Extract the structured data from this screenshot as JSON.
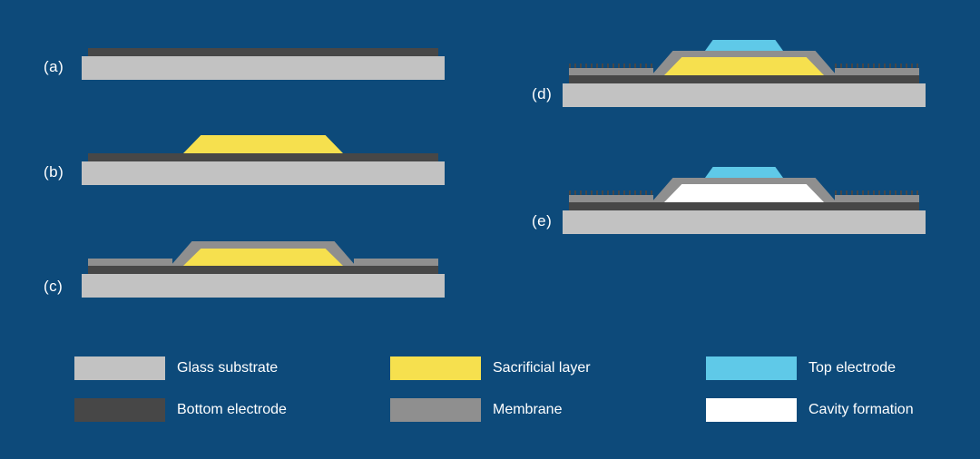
{
  "colors": {
    "background": "#0D4A7A",
    "glass": "#C2C2C2",
    "bottom_electrode": "#474747",
    "sacrificial": "#F6E04E",
    "membrane": "#8F8F8F",
    "top_electrode": "#5FC9E8",
    "cavity": "#FFFFFF",
    "text": "#FFFFFF"
  },
  "panels": [
    {
      "id": "a",
      "label": "(a)"
    },
    {
      "id": "b",
      "label": "(b)"
    },
    {
      "id": "c",
      "label": "(c)"
    },
    {
      "id": "d",
      "label": "(d)"
    },
    {
      "id": "e",
      "label": "(e)"
    }
  ],
  "legend": [
    {
      "label": "Glass substrate",
      "swatch": "glass"
    },
    {
      "label": "Bottom electrode",
      "swatch": "bottom_electrode"
    },
    {
      "label": "Sacrificial layer",
      "swatch": "sacrificial"
    },
    {
      "label": "Membrane",
      "swatch": "membrane"
    },
    {
      "label": "Top electrode",
      "swatch": "top_electrode"
    },
    {
      "label": "Cavity formation",
      "swatch": "cavity"
    }
  ]
}
